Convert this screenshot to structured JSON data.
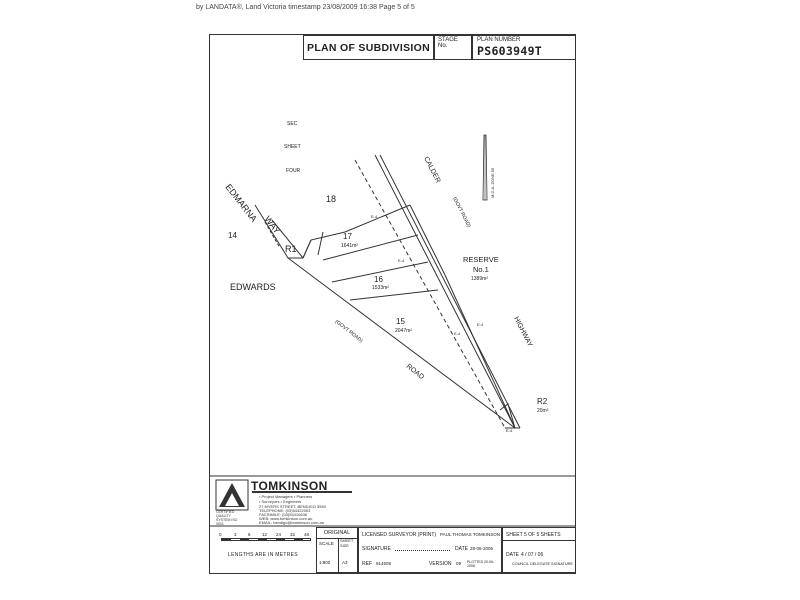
{
  "stamp": "by LANDATA®, Land Victoria timestamp 23/08/2009 16:38 Page 5 of 5",
  "header": {
    "title": "PLAN OF SUBDIVISION",
    "stage_label": "STAGE No.",
    "plan_number_label": "PLAN NUMBER",
    "plan_number": "PS603949T"
  },
  "map": {
    "sec_lines": [
      "SEC",
      "SHEET",
      "FOUR"
    ],
    "lot_14": "14",
    "lot_18": "18",
    "lot_17": "17",
    "lot_17_area": "1641m²",
    "lot_16": "16",
    "lot_16_area": "1533m²",
    "lot_15": "15",
    "lot_15_area": "2047m²",
    "r1": "R1",
    "r2": "R2",
    "r2_area": "20m²",
    "reserve_label": "RESERVE",
    "reserve_no": "No.1",
    "reserve_area": "1389m²",
    "edmarna": "EDMARNA",
    "way": "WAY",
    "edwards": "EDWARDS",
    "road": "ROAD",
    "govt_road_1": "(GOVT ROAD)",
    "govt_road_2": "(GOVT ROAD)",
    "calder": "CALDER",
    "highway": "HIGHWAY",
    "easement": "E-4",
    "mga_note": "M.G.A. ZONE 55"
  },
  "logo": {
    "name": "TOMKINSON",
    "line1": "• Project Managers  • Planners",
    "line2": "• Surveyors  • Engineers",
    "line3": "27 MYERS STREET, BENDIGO 3550",
    "line4": "TELEPHONE: (03)54422003",
    "line5": "FACSIMILE: (03)54410646",
    "line6": "WEB: www.tomkinson.com.au",
    "line7": "EMAIL: bendigo@tomkinson.com.au",
    "cert": "CERTIFIED QUALITY SYSTEM ISO 9001"
  },
  "scale": {
    "ticks": [
      "0",
      "3",
      "6",
      "12",
      "24",
      "32",
      "48"
    ],
    "units": "LENGTHS ARE IN METRES"
  },
  "footer": {
    "original_label": "ORIGINAL",
    "scale_label": "SCALE",
    "sheet_size_label": "SHEET SIZE",
    "scale_value": "1:800",
    "sheet_size_value": "A3",
    "surveyor_label": "LICENSED SURVEYOR (PRINT)",
    "surveyor_name": "PAUL THOMAS TOMKINSON",
    "signature_label": "SIGNATURE",
    "date_label": "DATE",
    "date_value": "28-06-2006",
    "ref_label": "REF",
    "ref_value": "914508",
    "version_label": "VERSION",
    "version_value": "09",
    "plotted": "PLOTTED 20-06-2008",
    "sheet_text": "SHEET 5 OF 5 SHEETS",
    "council_date_label": "DATE",
    "council_date": "4 / 07 / 06",
    "council_label": "COUNCIL DELEGATE SIGNATURE"
  }
}
